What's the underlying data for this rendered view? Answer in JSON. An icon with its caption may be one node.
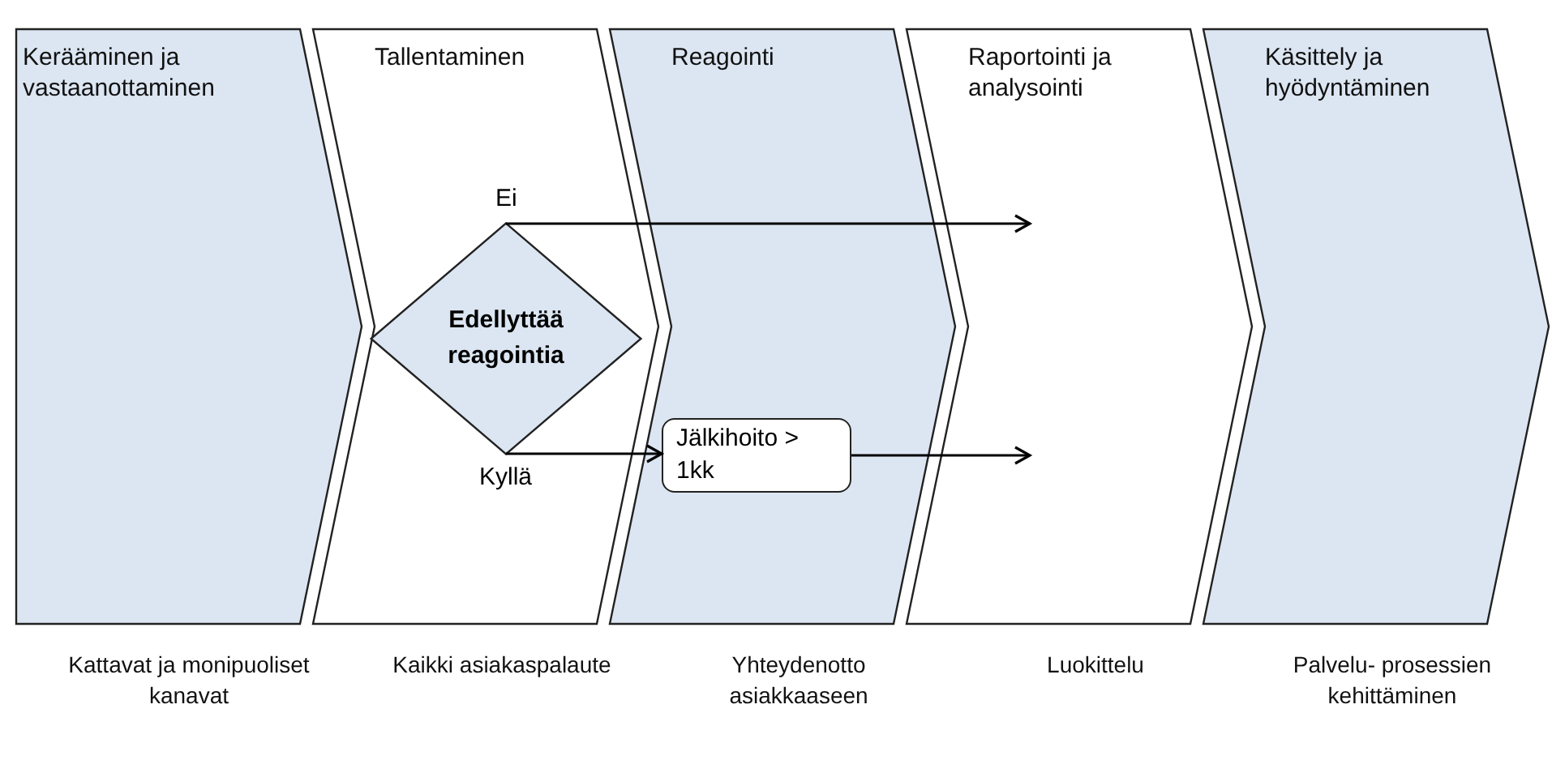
{
  "diagram": {
    "nodes": [
      {
        "text": [
          "Kerääminen ja vastaanottaminen"
        ],
        "beside": [
          "Kattavat ja monipuoliset kanavat"
        ]
      },
      {
        "text": [
          "Tallentaminen"
        ],
        "beside": [
          "Kaikki asiakaspalaute"
        ]
      },
      {
        "text": [
          "Reagointi"
        ],
        "beside": [
          "Yhteydenotto asiakkaaseen"
        ]
      },
      {
        "text": [
          "Raportointi ja analysointi"
        ],
        "beside": [
          "Luokittelu"
        ]
      },
      {
        "text": [
          "Käsittely ja hyödyntäminen"
        ],
        "beside": [
          "Palvelu- prosessien kehittäminen"
        ]
      },
      {
        "text": [
          "Edellyttää reagointia"
        ],
        "in": 1
      },
      {
        "text": [
          "Jälkihoito > 1kk"
        ],
        "in": 2
      }
    ],
    "edges": [
      {
        "from": 5,
        "to": 3,
        "arrow": "to",
        "label": "Ei"
      },
      {
        "from": 5,
        "to": 6,
        "arrow": "to",
        "label": "Kyllä"
      },
      {
        "from": 6,
        "to": 3,
        "arrow": "to"
      }
    ]
  }
}
